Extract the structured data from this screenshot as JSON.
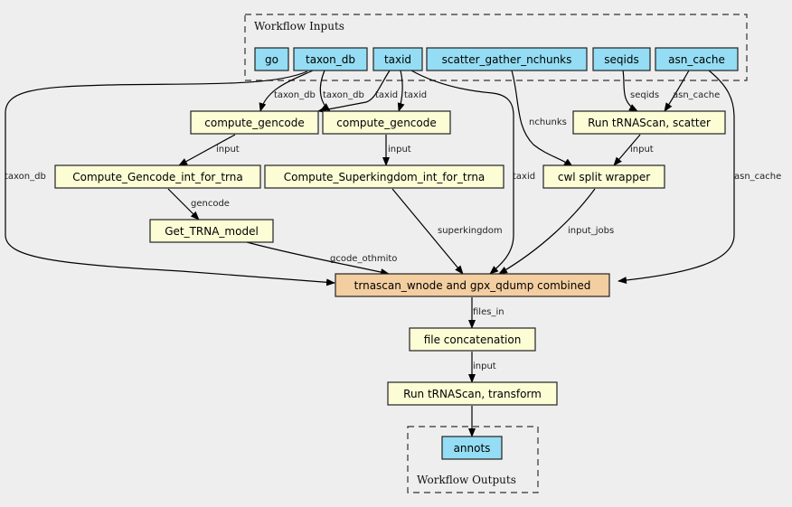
{
  "colors": {
    "background": "#eeeeee",
    "io_node": "#94ddf4",
    "step_node": "#fcfcd5",
    "main_step_node": "#f3cea1",
    "edge": "#000000"
  },
  "clusters": {
    "inputs": {
      "label": "Workflow Inputs"
    },
    "outputs": {
      "label": "Workflow Outputs"
    }
  },
  "nodes": {
    "go": {
      "label": "go",
      "kind": "input"
    },
    "taxon_db": {
      "label": "taxon_db",
      "kind": "input"
    },
    "taxid": {
      "label": "taxid",
      "kind": "input"
    },
    "scatter_gather_nchunks": {
      "label": "scatter_gather_nchunks",
      "kind": "input"
    },
    "seqids": {
      "label": "seqids",
      "kind": "input"
    },
    "asn_cache": {
      "label": "asn_cache",
      "kind": "input"
    },
    "compute_gencode_1": {
      "label": "compute_gencode",
      "kind": "step"
    },
    "compute_gencode_2": {
      "label": "compute_gencode",
      "kind": "step"
    },
    "run_trnascan_scatter": {
      "label": "Run tRNAScan, scatter",
      "kind": "step"
    },
    "compute_gencode_int": {
      "label": "Compute_Gencode_int_for_trna",
      "kind": "step"
    },
    "compute_superkingdom_int": {
      "label": "Compute_Superkingdom_int_for_trna",
      "kind": "step"
    },
    "cwl_split_wrapper": {
      "label": "cwl split wrapper",
      "kind": "step"
    },
    "get_trna_model": {
      "label": "Get_TRNA_model",
      "kind": "step"
    },
    "trnascan_combined": {
      "label": "trnascan_wnode and gpx_qdump combined",
      "kind": "main"
    },
    "file_concatenation": {
      "label": "file concatenation",
      "kind": "step"
    },
    "run_trnascan_transform": {
      "label": "Run tRNAScan, transform",
      "kind": "step"
    },
    "annots": {
      "label": "annots",
      "kind": "output"
    }
  },
  "edges": [
    {
      "from": "taxon_db",
      "to": "compute_gencode_1",
      "label": "taxon_db"
    },
    {
      "from": "taxon_db",
      "to": "compute_gencode_2",
      "label": "taxon_db"
    },
    {
      "from": "taxid",
      "to": "compute_gencode_1",
      "label": "taxid"
    },
    {
      "from": "taxid",
      "to": "compute_gencode_2",
      "label": "taxid"
    },
    {
      "from": "seqids",
      "to": "run_trnascan_scatter",
      "label": "seqids"
    },
    {
      "from": "asn_cache",
      "to": "run_trnascan_scatter",
      "label": "asn_cache"
    },
    {
      "from": "scatter_gather_nchunks",
      "to": "cwl_split_wrapper",
      "label": "nchunks"
    },
    {
      "from": "compute_gencode_1",
      "to": "compute_gencode_int",
      "label": "input"
    },
    {
      "from": "compute_gencode_2",
      "to": "compute_superkingdom_int",
      "label": "input"
    },
    {
      "from": "run_trnascan_scatter",
      "to": "cwl_split_wrapper",
      "label": "input"
    },
    {
      "from": "compute_gencode_int",
      "to": "get_trna_model",
      "label": "gencode"
    },
    {
      "from": "taxon_db",
      "to": "trnascan_combined",
      "label": "taxon_db"
    },
    {
      "from": "get_trna_model",
      "to": "trnascan_combined",
      "label": "gcode_othmito"
    },
    {
      "from": "compute_superkingdom_int",
      "to": "trnascan_combined",
      "label": "superkingdom"
    },
    {
      "from": "taxid",
      "to": "trnascan_combined",
      "label": "taxid"
    },
    {
      "from": "cwl_split_wrapper",
      "to": "trnascan_combined",
      "label": "input_jobs"
    },
    {
      "from": "asn_cache",
      "to": "trnascan_combined",
      "label": "asn_cache"
    },
    {
      "from": "trnascan_combined",
      "to": "file_concatenation",
      "label": "files_in"
    },
    {
      "from": "file_concatenation",
      "to": "run_trnascan_transform",
      "label": "input"
    },
    {
      "from": "run_trnascan_transform",
      "to": "annots",
      "label": ""
    }
  ]
}
